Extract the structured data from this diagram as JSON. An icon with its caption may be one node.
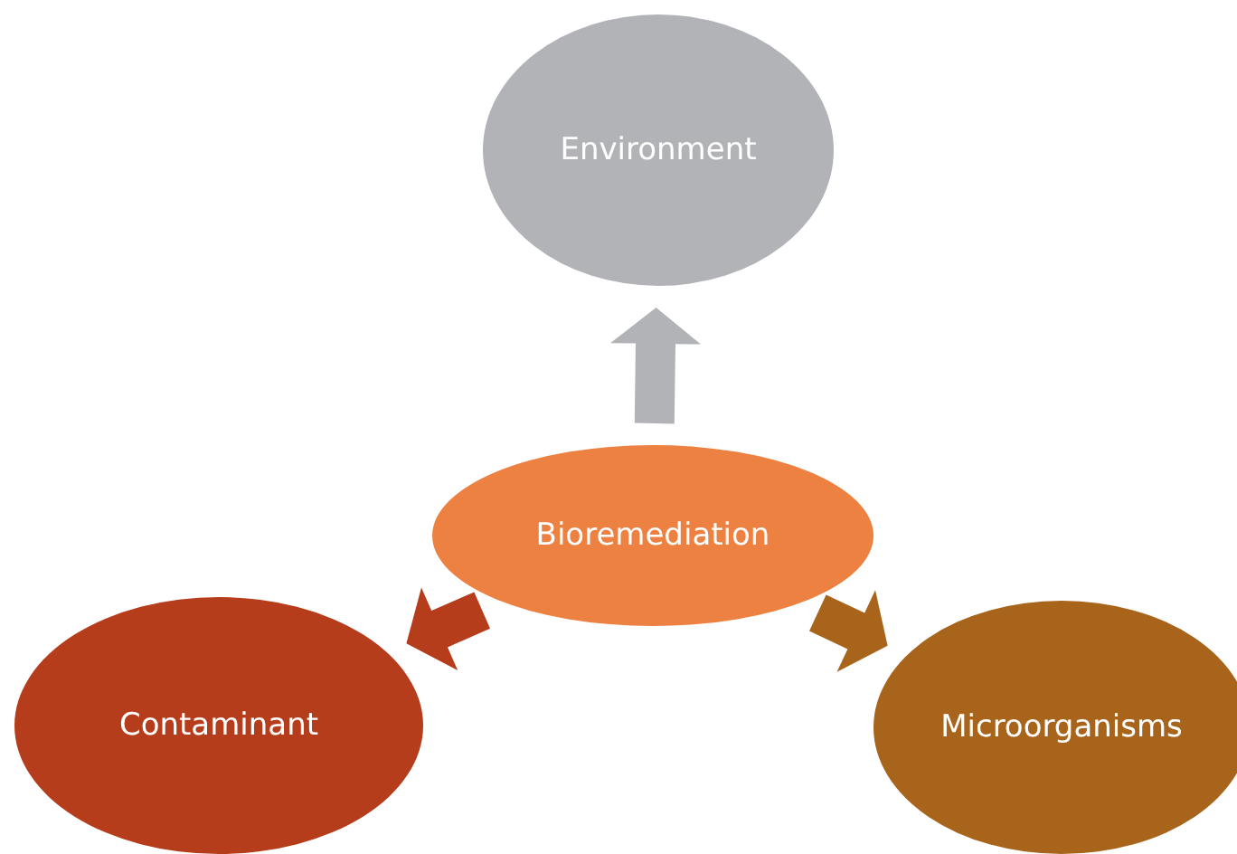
{
  "diagram": {
    "nodes": [
      {
        "text": [
          "Environment"
        ]
      },
      {
        "text": [
          "Bioremediation"
        ]
      },
      {
        "text": [
          "Contaminant"
        ]
      },
      {
        "text": [
          "Microorganisms"
        ]
      }
    ],
    "edges": [
      {
        "from": 1,
        "to": 0,
        "arrow": "to",
        "style": "thick",
        "color": "#b1b3b6"
      },
      {
        "from": 1,
        "to": 2,
        "arrow": "to",
        "style": "thick",
        "color": "#b53d1b"
      },
      {
        "from": 1,
        "to": 3,
        "arrow": "to",
        "style": "thick",
        "color": "#a8641b"
      }
    ]
  }
}
